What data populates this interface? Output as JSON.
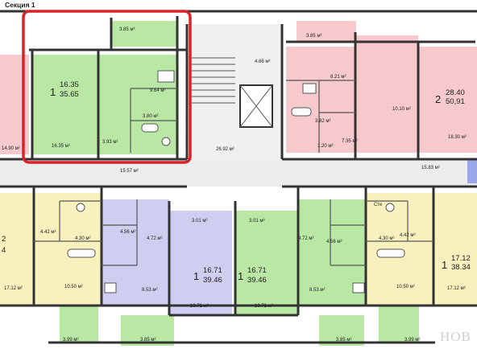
{
  "section_title": "Секция 1",
  "selection_color": "#d9232a",
  "colors": {
    "green": "#b9e7a4",
    "pink": "#f6c9cc",
    "yellow": "#f8f0bd",
    "lavender": "#cfcdf0",
    "corridor": "#ececec",
    "wall": "#333333"
  },
  "apartments": [
    {
      "rooms": "1",
      "living": "16.35",
      "total": "35.65",
      "color": "green",
      "selected": true
    },
    {
      "rooms": "2",
      "living": "28.40",
      "total": "50,91",
      "color": "pink",
      "selected": false
    },
    {
      "rooms": "1",
      "living": "16.71",
      "total": "39.46",
      "color": "lavender",
      "selected": false
    },
    {
      "rooms": "1",
      "living": "16.71",
      "total": "39.46",
      "color": "green",
      "selected": false
    },
    {
      "rooms": "1",
      "living": "17.12",
      "total": "38.34",
      "color": "yellow",
      "selected": false
    },
    {
      "rooms": "2",
      "living": "",
      "total": "4",
      "color": "yellow",
      "selected": false
    }
  ],
  "room_areas": {
    "a_balcony": "3.85 м²",
    "a_kitchen": "9.64 м²",
    "a_bath": "3.80 м²",
    "a_hall": "3.93 м²",
    "a_room": "16.35 м²",
    "lift_hall": "4.66 м²",
    "stair_hall": "26.92 м²",
    "corridor_left": "15.57 м²",
    "corridor_right": "15.83 м²",
    "b_balcony": "3.85 м²",
    "b_kitchen": "8.21 м²",
    "b_room2": "10.10 м²",
    "b_bath": "3.82 м²",
    "b_wc": "1.20 м²",
    "b_hall": "7.35 м²",
    "b_room1": "18.30 м²",
    "left_room": "14.90 м²",
    "c_hall": "3.01 м²",
    "c_bath": "4.56 м²",
    "c_wc": "4.72 м²",
    "c_kitchen": "8.53 м²",
    "c_room": "16.71 м²",
    "c_balcony": "3.85 м²",
    "d_hall": "3.01 м²",
    "d_bath": "4.56 м²",
    "d_wc": "4.72 м²",
    "d_kitchen": "8.53 м²",
    "d_room": "16.71 м²",
    "d_balcony": "3.85 м²",
    "e_bath": "4.30 м²",
    "e_wc": "4.42 м²",
    "e_kitchen": "10.50 м²",
    "e_room": "17.12 м²",
    "e_balcony": "3.99 м²",
    "f_wc": "4.42 м²",
    "f_bath": "4.30 м²",
    "f_kitchen": "10.50 м²",
    "f_room": "17.12 м²",
    "f_balcony": "3.99 м²"
  },
  "wall_note": "Сте",
  "watermark": "НОВ"
}
